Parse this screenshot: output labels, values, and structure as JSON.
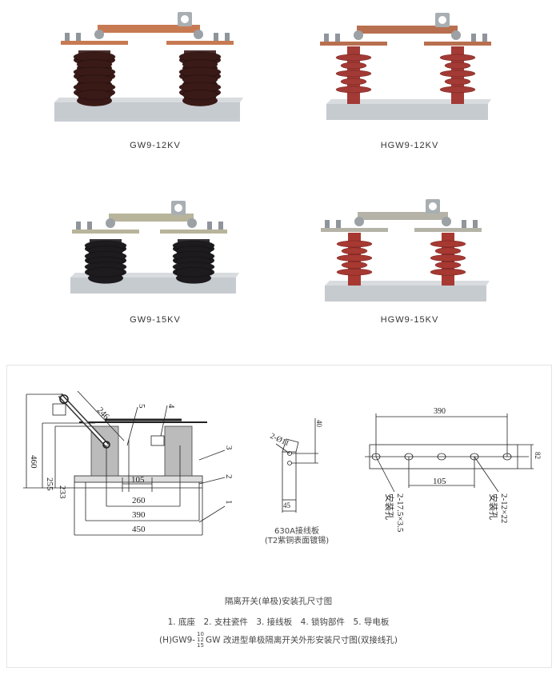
{
  "products": [
    {
      "model": "GW9-12KV",
      "insulator_type": "porcelain",
      "insulator_color": "#3a1a17",
      "hardware_color": "#c77a52"
    },
    {
      "model": "HGW9-12KV",
      "insulator_type": "composite",
      "insulator_color": "#a33a35",
      "hardware_color": "#b86f4f"
    },
    {
      "model": "GW9-15KV",
      "insulator_type": "porcelain",
      "insulator_color": "#1d1b1e",
      "hardware_color": "#b8b49c"
    },
    {
      "model": "HGW9-15KV",
      "insulator_type": "composite",
      "insulator_color": "#a73932",
      "hardware_color": "#b5b3a8"
    }
  ],
  "drawing": {
    "main_dims": {
      "height_total": "460",
      "height_terminal": "255",
      "height_insulator": "233",
      "blade_length": "246",
      "base_slot_span": "105",
      "pole_spacing": "260",
      "mount_hole_spacing": "390",
      "base_length": "450"
    },
    "part_callouts": [
      "1",
      "2",
      "3",
      "4",
      "5"
    ],
    "terminal_plate": {
      "hole_label": "2-Ø11",
      "dim_height": "40",
      "dim_width": "45",
      "caption_line1": "630A接线板",
      "caption_line2": "(T2紫铜表面镀锡)"
    },
    "base_plate": {
      "dim_length": "390",
      "dim_width": "82",
      "dim_inner": "105",
      "hole_left": "2-17.5×3.5",
      "hole_left_note": "安装孔",
      "hole_right": "2-12×22",
      "hole_right_note": "安装孔"
    },
    "title": "隔离开关(单极)安装孔尺寸图",
    "legend": "1. 底座　2. 支柱瓷件　3. 接线板　4. 锁钩部件　5. 导电板",
    "footer_prefix": "(H)GW9-",
    "footer_frac": [
      "10",
      "12",
      "15"
    ],
    "footer_suffix": "GW 改进型单极隔离开关外形安装尺寸图(双接线孔)"
  }
}
